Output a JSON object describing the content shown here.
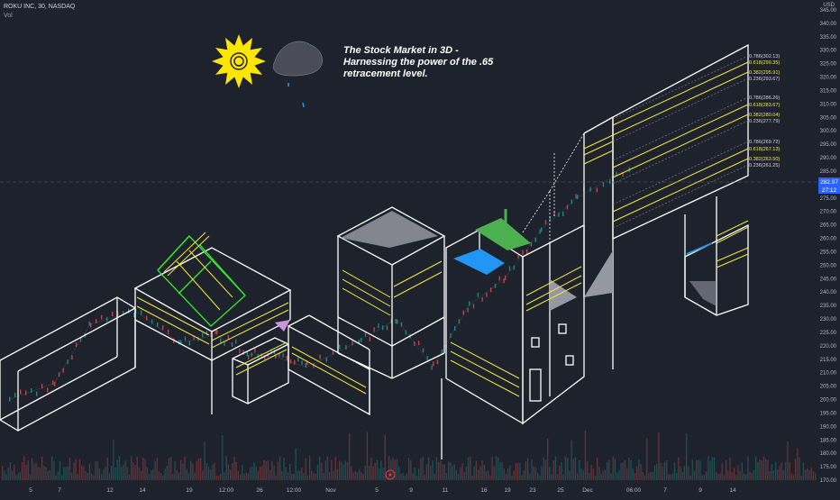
{
  "header": {
    "symbol_line": "ROKU INC, 30, NASDAQ",
    "indicator": "Vol",
    "currency": "USD"
  },
  "annotation": {
    "title": "The Stock Market in 3D - Harnessing the power of the .65 retracement level."
  },
  "colors": {
    "background": "#1e222d",
    "axis_text": "#b2b5be",
    "price_badge": "#2962ff",
    "fib_yellow": "#f5e83a",
    "sun": "#ffe600",
    "green": "#4caf50",
    "blue": "#2196f3"
  },
  "price_badges": {
    "last": "282.97",
    "countdown": "27:12"
  },
  "chart_data": {
    "type": "line",
    "title": "The Stock Market in 3D - Harnessing the power of the .65 retracement level.",
    "xlabel": "",
    "ylabel": "",
    "ylim": [
      170,
      345
    ],
    "y_ticks": [
      345,
      340,
      335,
      330,
      325,
      320,
      315,
      310,
      305,
      300,
      295,
      290,
      285,
      280,
      275,
      270,
      265,
      260,
      255,
      250,
      245,
      240,
      235,
      230,
      225,
      220,
      215,
      210,
      205,
      200,
      195,
      190,
      185,
      180,
      175,
      170
    ],
    "x_tick_labels": [
      "5",
      "7",
      "12",
      "14",
      "19",
      "12:00",
      "26",
      "12:00",
      "Nov",
      "5",
      "9",
      "11",
      "16",
      "19",
      "23",
      "25",
      "Dec",
      "06:00",
      "7",
      "9",
      "14"
    ],
    "price_path_estimate": [
      {
        "x": "5",
        "y": 200
      },
      {
        "x": "7",
        "y": 206
      },
      {
        "x": "12",
        "y": 228
      },
      {
        "x": "14",
        "y": 233
      },
      {
        "x": "19",
        "y": 221
      },
      {
        "x": "12:00",
        "y": 224
      },
      {
        "x": "26",
        "y": 217
      },
      {
        "x": "12:00",
        "y": 216
      },
      {
        "x": "Nov",
        "y": 212
      },
      {
        "x": "5",
        "y": 222
      },
      {
        "x": "9",
        "y": 230
      },
      {
        "x": "11",
        "y": 212
      },
      {
        "x": "16",
        "y": 235
      },
      {
        "x": "19",
        "y": 245
      },
      {
        "x": "23",
        "y": 263
      },
      {
        "x": "25",
        "y": 275
      },
      {
        "x": "Dec",
        "y": 287
      }
    ],
    "fib_levels": [
      {
        "label": "0.786(302.13)",
        "price": 302.13,
        "highlight": false
      },
      {
        "label": "0.618(299.35)",
        "price": 299.35,
        "highlight": true
      },
      {
        "label": "0.382(295.91)",
        "price": 295.91,
        "highlight": true
      },
      {
        "label": "0.236(293.67)",
        "price": 293.67,
        "highlight": false
      },
      {
        "label": "0.786(286.26)",
        "price": 286.26,
        "highlight": false
      },
      {
        "label": "0.618(283.67)",
        "price": 283.67,
        "highlight": true
      },
      {
        "label": "0.382(280.04)",
        "price": 280.04,
        "highlight": true
      },
      {
        "label": "0.236(277.79)",
        "price": 277.79,
        "highlight": false
      },
      {
        "label": "0.786(269.72)",
        "price": 269.72,
        "highlight": false
      },
      {
        "label": "0.618(267.13)",
        "price": 267.13,
        "highlight": true
      },
      {
        "label": "0.382(263.50)",
        "price": 263.5,
        "highlight": true
      },
      {
        "label": "0.236(261.25)",
        "price": 261.25,
        "highlight": false
      }
    ],
    "grid": false,
    "legend": "none"
  }
}
